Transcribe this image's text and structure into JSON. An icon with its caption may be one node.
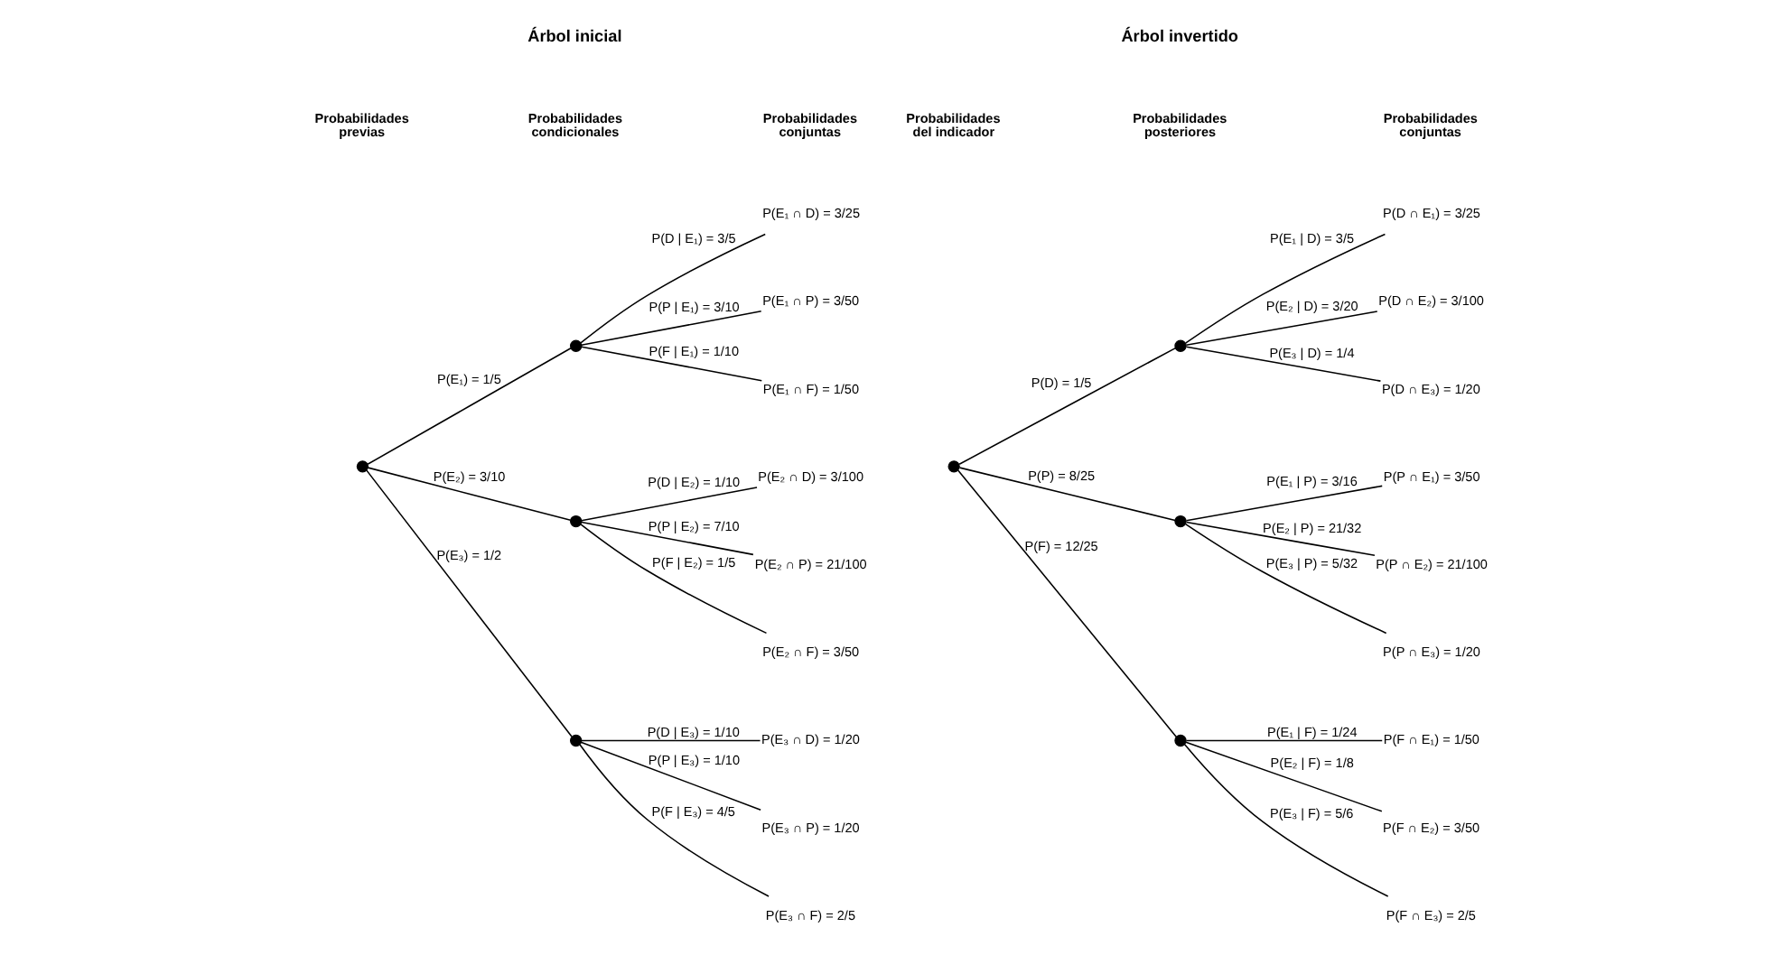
{
  "diagram": {
    "nodes": [
      {
        "text": [],
        "shape": "circle"
      },
      {
        "text": [],
        "shape": "circle"
      },
      {
        "text": [],
        "shape": "circle"
      },
      {
        "text": [],
        "shape": "circle"
      },
      {
        "text": [
          "P(E₁ ∩ D) = 3/25"
        ]
      },
      {
        "text": [
          "P(E₁ ∩ P) = 3/50"
        ]
      },
      {
        "text": [
          "P(E₁ ∩ F) = 1/50"
        ]
      },
      {
        "text": [
          "P(E₂ ∩ D) = 3/100"
        ]
      },
      {
        "text": [
          "P(E₂ ∩ P) = 21/100"
        ]
      },
      {
        "text": [
          "P(E₂ ∩ F) = 3/50"
        ]
      },
      {
        "text": [
          "P(E₃ ∩ D) = 1/20"
        ]
      },
      {
        "text": [
          "P(E₃ ∩ P) = 1/20"
        ]
      },
      {
        "text": [
          "P(E₃ ∩ F) = 2/5"
        ]
      },
      {
        "text": [],
        "shape": "circle"
      },
      {
        "text": [],
        "shape": "circle"
      },
      {
        "text": [],
        "shape": "circle"
      },
      {
        "text": [],
        "shape": "circle"
      },
      {
        "text": [
          "P(D ∩ E₁) = 3/25"
        ]
      },
      {
        "text": [
          "P(D ∩ E₂) = 3/100"
        ]
      },
      {
        "text": [
          "P(D ∩ E₃) = 1/20"
        ]
      },
      {
        "text": [
          "P(P ∩ E₁) = 3/50"
        ]
      },
      {
        "text": [
          "P(P ∩ E₂) = 21/100"
        ]
      },
      {
        "text": [
          "P(P ∩ E₃) = 1/20"
        ]
      },
      {
        "text": [
          "P(F ∩ E₁) = 1/50"
        ]
      },
      {
        "text": [
          "P(F ∩ E₂) = 3/50"
        ]
      },
      {
        "text": [
          "P(F ∩ E₃) = 2/5"
        ]
      }
    ],
    "edges": [
      {
        "from": 0,
        "to": 1,
        "arrow": "none",
        "label": "P(E₁) = 1/5"
      },
      {
        "from": 0,
        "to": 2,
        "arrow": "none",
        "label": "P(E₂) = 3/10"
      },
      {
        "from": 0,
        "to": 3,
        "arrow": "none",
        "label": "P(E₃) = 1/2"
      },
      {
        "from": 1,
        "to": 4,
        "arrow": "none",
        "label": "P(D | E₁) = 3/5"
      },
      {
        "from": 1,
        "to": 5,
        "arrow": "none",
        "label": "P(P | E₁) = 3/10"
      },
      {
        "from": 1,
        "to": 6,
        "arrow": "none",
        "label": "P(F | E₁) = 1/10"
      },
      {
        "from": 2,
        "to": 7,
        "arrow": "none",
        "label": "P(D | E₂) = 1/10"
      },
      {
        "from": 2,
        "to": 8,
        "arrow": "none",
        "label": "P(P | E₂) = 7/10"
      },
      {
        "from": 2,
        "to": 9,
        "arrow": "none",
        "label": "P(F | E₂) = 1/5"
      },
      {
        "from": 3,
        "to": 10,
        "arrow": "none",
        "label": "P(D | E₃) = 1/10"
      },
      {
        "from": 3,
        "to": 11,
        "arrow": "none",
        "label": "P(P | E₃) = 1/10"
      },
      {
        "from": 3,
        "to": 12,
        "arrow": "none",
        "label": "P(F | E₃) = 4/5"
      },
      {
        "from": 13,
        "to": 14,
        "arrow": "none",
        "label": "P(D) = 1/5"
      },
      {
        "from": 13,
        "to": 15,
        "arrow": "none",
        "label": "P(P) = 8/25"
      },
      {
        "from": 13,
        "to": 16,
        "arrow": "none",
        "label": "P(F) = 12/25"
      },
      {
        "from": 14,
        "to": 17,
        "arrow": "none",
        "label": "P(E₁ | D) = 3/5"
      },
      {
        "from": 14,
        "to": 18,
        "arrow": "none",
        "label": "P(E₂ | D) = 3/20"
      },
      {
        "from": 14,
        "to": 19,
        "arrow": "none",
        "label": "P(E₃ | D) = 1/4"
      },
      {
        "from": 15,
        "to": 20,
        "arrow": "none",
        "label": "P(E₁ | P) = 3/16"
      },
      {
        "from": 15,
        "to": 21,
        "arrow": "none",
        "label": "P(E₂ | P) = 21/32"
      },
      {
        "from": 15,
        "to": 22,
        "arrow": "none",
        "label": "P(E₃ | P) = 5/32"
      },
      {
        "from": 16,
        "to": 23,
        "arrow": "none",
        "label": "P(E₁ | F) = 1/24"
      },
      {
        "from": 16,
        "to": 24,
        "arrow": "none",
        "label": "P(E₂ | F) = 1/8"
      },
      {
        "from": 16,
        "to": 25,
        "arrow": "none",
        "label": "P(E₃ | F) = 5/6"
      }
    ],
    "labels": [
      "Árbol inicial",
      "Árbol invertido",
      "Probabilidades previas",
      "Probabilidades condicionales",
      "Probabilidades conjuntas",
      "Probabilidades del indicador",
      "Probabilidades posteriores",
      "Probabilidades conjuntas"
    ]
  }
}
